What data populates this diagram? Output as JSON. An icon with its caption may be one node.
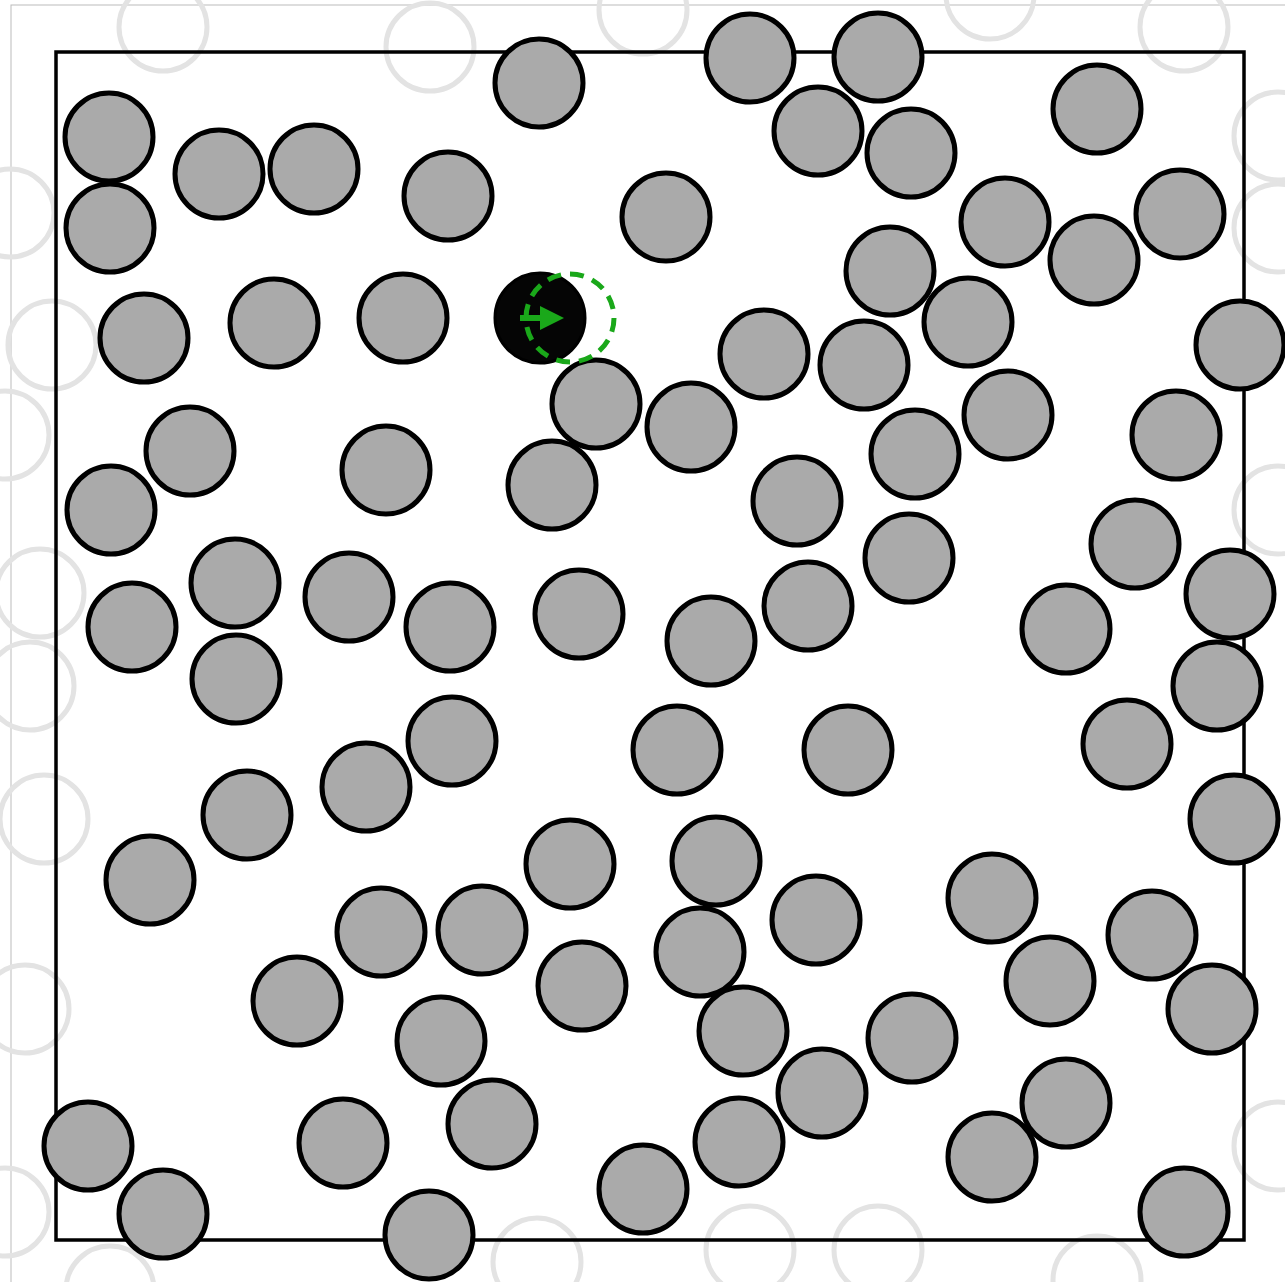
{
  "diagram": {
    "nodes": [
      {
        "text": [],
        "shape": "circle"
      },
      {
        "text": [],
        "shape": "circle"
      }
    ],
    "edges": [
      {
        "from": 0,
        "to": 1,
        "arrow": "to"
      }
    ]
  }
}
